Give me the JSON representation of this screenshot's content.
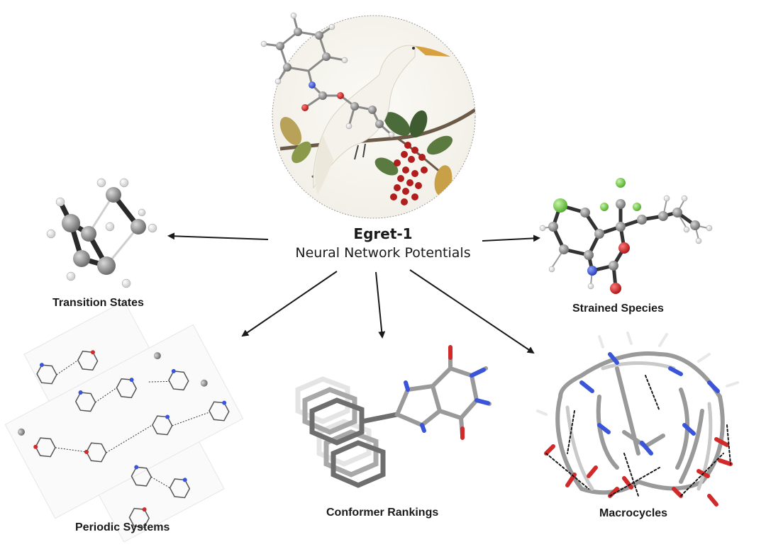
{
  "center": {
    "title": "Egret-1",
    "subtitle": "Neural Network Potentials"
  },
  "labels": {
    "transition": "Transition States",
    "strained": "Strained Species",
    "periodic": "Periodic Systems",
    "conformer": "Conformer Rankings",
    "macrocycles": "Macrocycles"
  },
  "colors": {
    "carbon": "#8a8a8a",
    "hydrogen": "#ffffff",
    "nitrogen": "#3a55d9",
    "oxygen": "#d12a2a",
    "chlorine": "#7ad04a",
    "fluorine": "#9fd86a",
    "arrow": "#1a1a1a"
  },
  "icons": [
    "egret-bird-illustration",
    "berry-branch-illustration",
    "molecule-ball-stick"
  ]
}
